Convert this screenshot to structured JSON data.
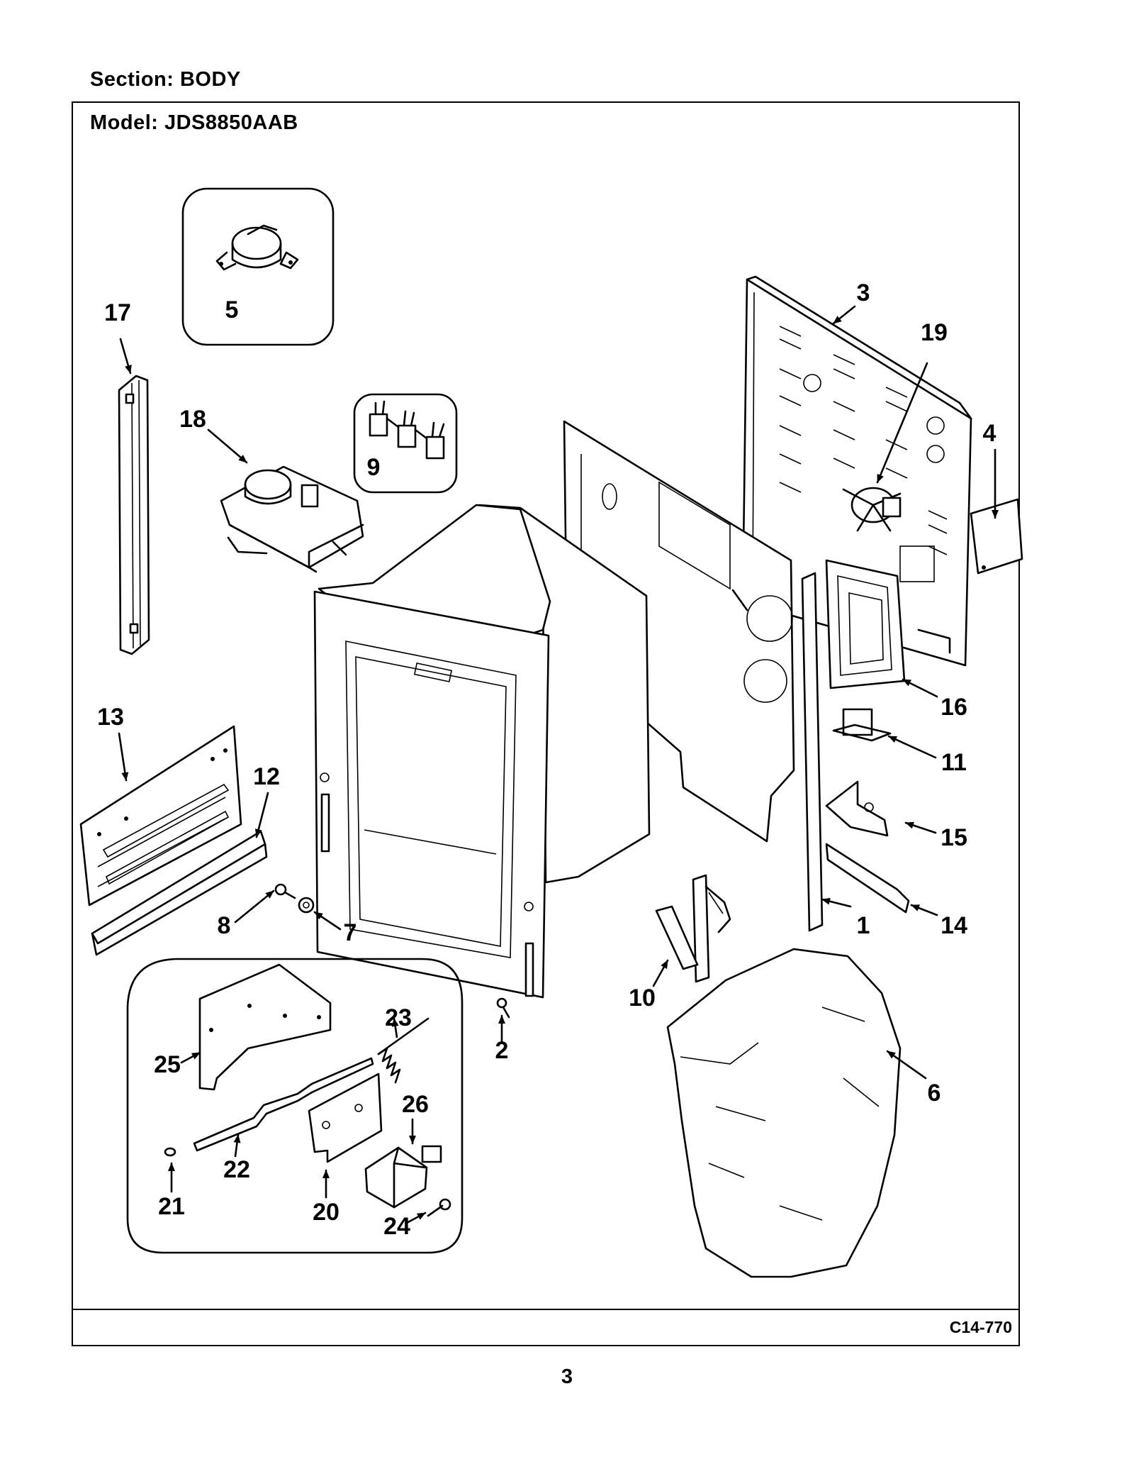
{
  "header": {
    "section": "Section:  BODY",
    "model": "Model:  JDS8850AAB"
  },
  "footer": {
    "diagram_code": "C14-770",
    "page_number": "3"
  },
  "callouts": {
    "c1": "1",
    "c2": "2",
    "c3": "3",
    "c4": "4",
    "c5": "5",
    "c6": "6",
    "c7": "7",
    "c8": "8",
    "c9": "9",
    "c10": "10",
    "c11": "11",
    "c12": "12",
    "c13": "13",
    "c14": "14",
    "c15": "15",
    "c16": "16",
    "c17": "17",
    "c18": "18",
    "c19": "19",
    "c20": "20",
    "c21": "21",
    "c22": "22",
    "c23": "23",
    "c24": "24",
    "c25": "25",
    "c26": "26"
  }
}
